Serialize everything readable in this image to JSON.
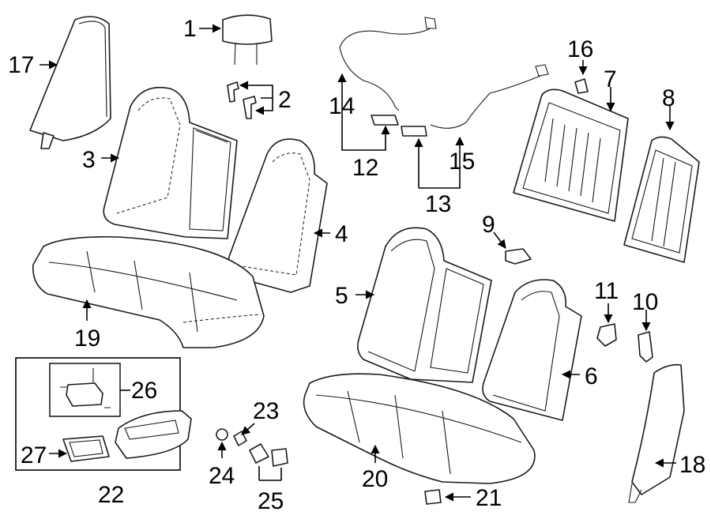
{
  "labels": {
    "c1": "1",
    "c2": "2",
    "c3": "3",
    "c4": "4",
    "c5": "5",
    "c6": "6",
    "c7": "7",
    "c8": "8",
    "c9": "9",
    "c10": "10",
    "c11": "11",
    "c12": "12",
    "c13": "13",
    "c14": "14",
    "c15": "15",
    "c16": "16",
    "c17": "17",
    "c18": "18",
    "c19": "19",
    "c20": "20",
    "c21": "21",
    "c22": "22",
    "c23": "23",
    "c24": "24",
    "c25": "25",
    "c26": "26",
    "c27": "27"
  }
}
